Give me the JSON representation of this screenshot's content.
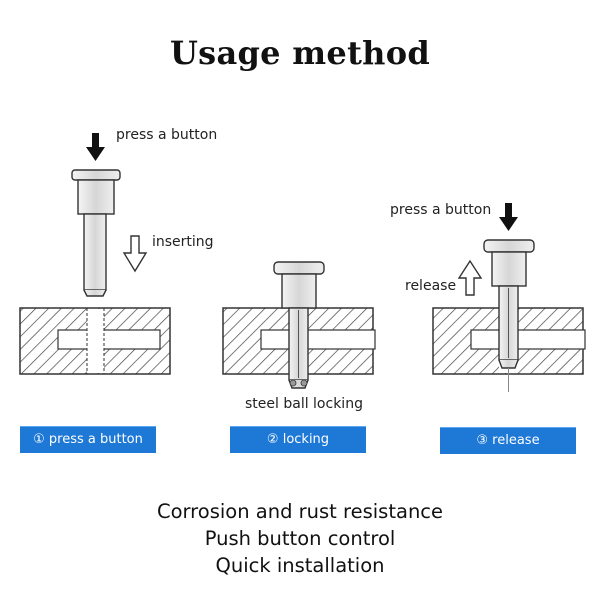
{
  "title": "Usage method",
  "diagram": {
    "labels": {
      "press_left": "press a button",
      "inserting": "inserting",
      "steel_ball": "steel ball locking",
      "press_right": "press a button",
      "release": "release"
    }
  },
  "steps": [
    {
      "label": "① press a button"
    },
    {
      "label": "② locking"
    },
    {
      "label": "③ release"
    }
  ],
  "features": [
    "Corrosion and rust resistance",
    "Push button control",
    "Quick installation"
  ],
  "colors": {
    "step_bar": "#1e78d6",
    "line": "#333333",
    "pin_fill": "#dcdcdc"
  }
}
